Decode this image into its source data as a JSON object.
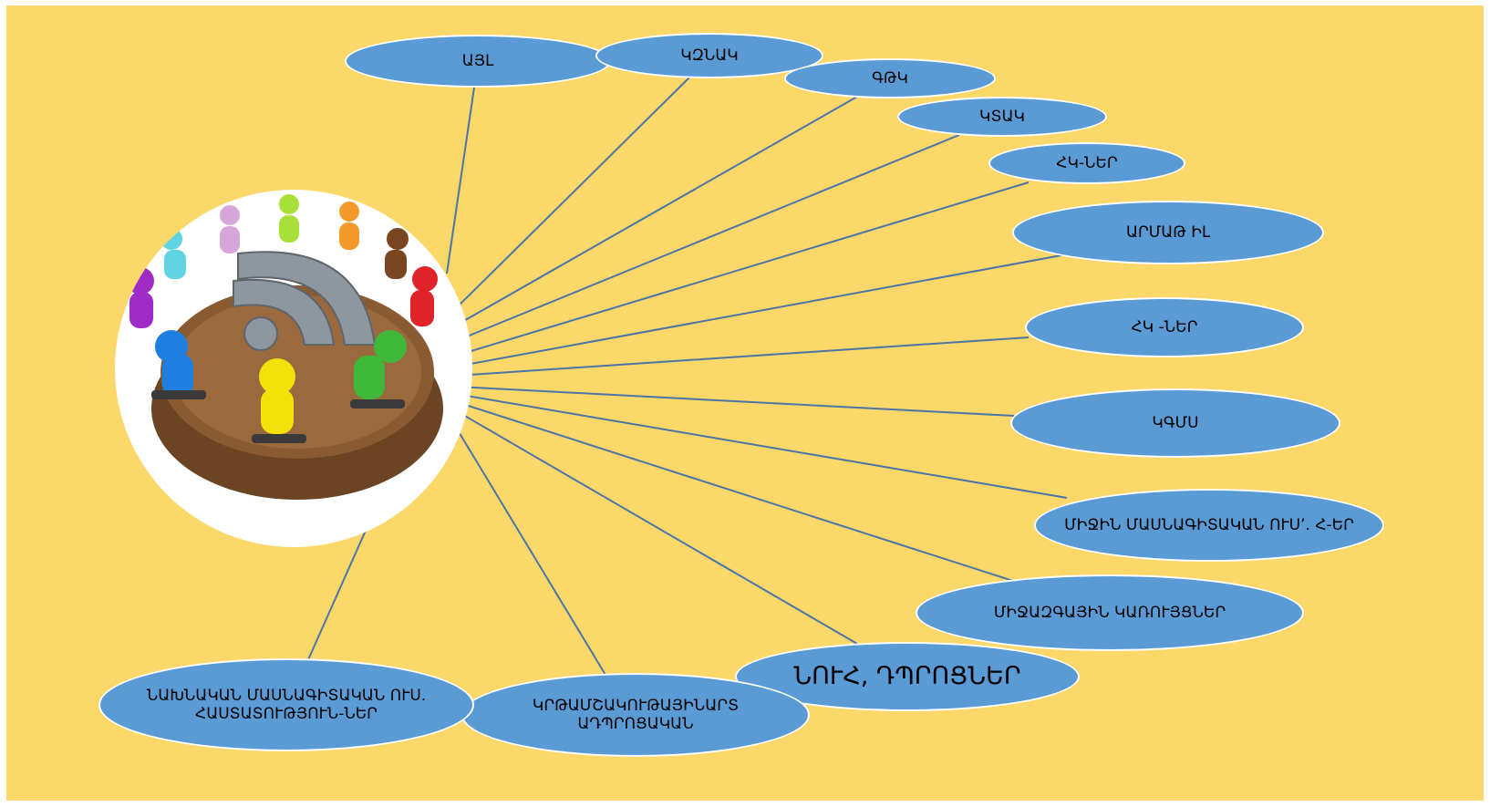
{
  "colors": {
    "background": "#fcd769",
    "node_fill": "#5b9bd5",
    "node_border": "#ffffff",
    "connector": "#4a75a8",
    "hub_fill": "#ffffff",
    "table_wood": "#8a5a32"
  },
  "hub": {
    "image": "meeting-round-table-figures"
  },
  "nodes": [
    {
      "id": "ayl",
      "label": "ԱՅԼ"
    },
    {
      "id": "kznak",
      "label": "ԿԶՆԱԿ"
    },
    {
      "id": "gtk",
      "label": "ԳԹԿ"
    },
    {
      "id": "ktak",
      "label": "ԿՏԱԿ"
    },
    {
      "id": "hk-ner-1",
      "label": "ՀԿ-ՆԵՐ"
    },
    {
      "id": "armat-il",
      "label": "ԱՐՄԱԹ ԻԼ"
    },
    {
      "id": "hk-ner-2",
      "label": "ՀԿ -ՆԵՐ"
    },
    {
      "id": "kgms",
      "label": "ԿԳՄՍ"
    },
    {
      "id": "mijin",
      "label": "ՄԻՋԻՆ ՄԱՍՆԱԳԻՏԱԿԱՆ ՈՒՍ’. Հ-ԵՐ"
    },
    {
      "id": "mijazgayin",
      "label": "ՄԻՋԱԶԳԱՅԻՆ ԿԱՌՈՒՅՑՆԵՐ"
    },
    {
      "id": "nuh",
      "label": "ՆՈՒՀ, ԴՊՐՈՑՆԵՐ"
    },
    {
      "id": "krtamshak",
      "label": "ԿՐԹԱՄՇԱԿՈՒԹԱՅԻՆԱՐՏ ԱԴՊՐՈՑԱԿԱՆ"
    },
    {
      "id": "nakhnakan",
      "label": "ՆԱԽՆԱԿԱՆ ՄԱՍՆԱԳԻՏԱԿԱՆ ՈՒՍ. ՀԱՍՏԱՏՈՒԹՅՈՒՆ-ՆԵՐ"
    }
  ]
}
